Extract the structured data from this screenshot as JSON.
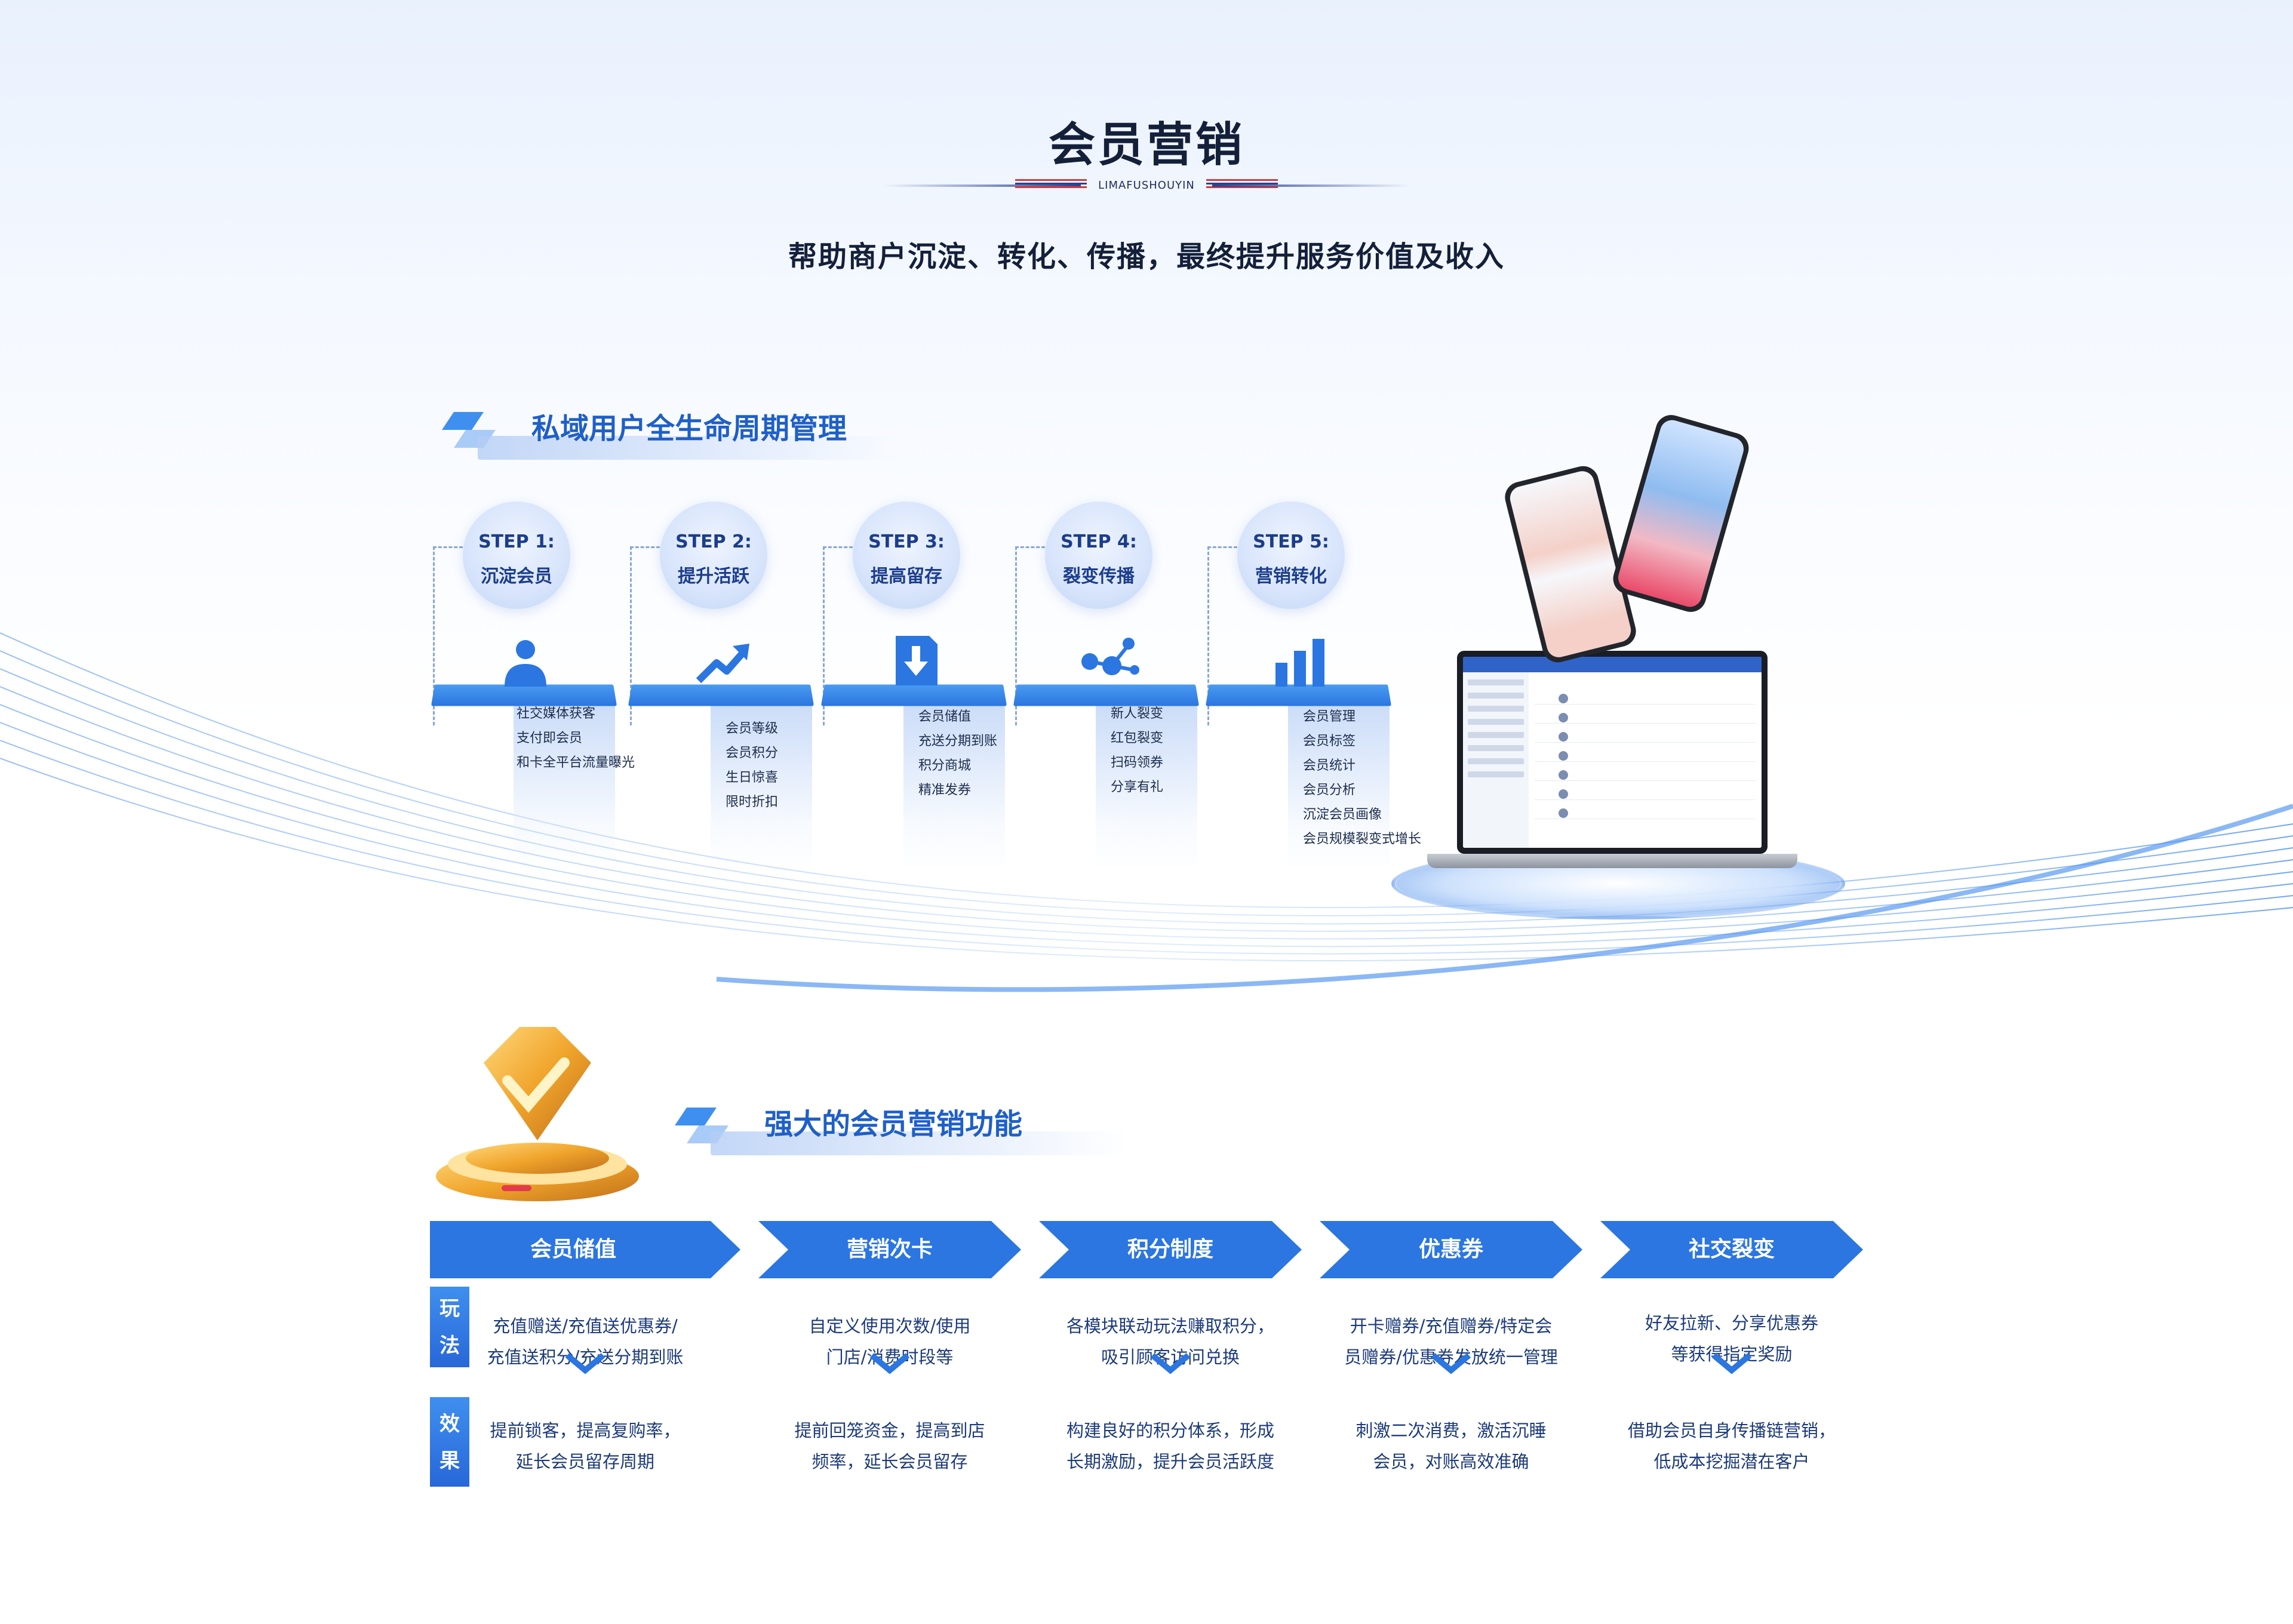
{
  "header": {
    "title": "会员营销",
    "brand": "LIMAFUSHOUYIN",
    "tagline": "帮助商户沉淀、转化、传播，最终提升服务价值及收入"
  },
  "lifecycle": {
    "heading": "私域用户全生命周期管理",
    "steps": [
      {
        "step": "STEP 1:",
        "name": "沉淀会员",
        "icon": "user-icon",
        "items": [
          "社交媒体获客",
          "支付即会员",
          "和卡全平台流量曝光"
        ]
      },
      {
        "step": "STEP 2:",
        "name": "提升活跃",
        "icon": "trend-up-icon",
        "items": [
          "会员等级",
          "会员积分",
          "生日惊喜",
          "限时折扣"
        ]
      },
      {
        "step": "STEP 3:",
        "name": "提高留存",
        "icon": "download-doc-icon",
        "items": [
          "会员储值",
          "充送分期到账",
          "积分商城",
          "精准发券"
        ]
      },
      {
        "step": "STEP 4:",
        "name": "裂变传播",
        "icon": "share-nodes-icon",
        "items": [
          "新人裂变",
          "红包裂变",
          "扫码领券",
          "分享有礼"
        ]
      },
      {
        "step": "STEP 5:",
        "name": "营销转化",
        "icon": "bar-chart-icon",
        "items": [
          "会员管理",
          "会员标签",
          "会员统计",
          "会员分析",
          "沉淀会员画像",
          "会员规模裂变式增长"
        ]
      }
    ]
  },
  "features": {
    "heading": "强大的会员营销功能",
    "row_labels": {
      "play": [
        "玩",
        "法"
      ],
      "effect": [
        "效",
        "果"
      ]
    },
    "items": [
      {
        "title": "会员储值",
        "play": [
          "充值赠送/充值送优惠券/",
          "充值送积分/充送分期到账"
        ],
        "effect": [
          "提前锁客，提高复购率，",
          "延长会员留存周期"
        ]
      },
      {
        "title": "营销次卡",
        "play": [
          "自定义使用次数/使用",
          "门店/消费时段等"
        ],
        "effect": [
          "提前回笼资金，提高到店",
          "频率，延长会员留存"
        ]
      },
      {
        "title": "积分制度",
        "play": [
          "各模块联动玩法赚取积分，",
          "吸引顾客访问兑换"
        ],
        "effect": [
          "构建良好的积分体系，形成",
          "长期激励，提升会员活跃度"
        ]
      },
      {
        "title": "优惠券",
        "play": [
          "开卡赠券/充值赠券/特定会",
          "员赠券/优惠券发放统一管理"
        ],
        "effect": [
          "刺激二次消费，激活沉睡",
          "会员，对账高效准确"
        ]
      },
      {
        "title": "社交裂变",
        "play": [
          "好友拉新、分享优惠券",
          "等获得指定奖励"
        ],
        "effect": [
          "借助会员自身传播链营销，",
          "低成本挖掘潜在客户"
        ]
      }
    ]
  },
  "colors": {
    "primary": "#2b76e0",
    "heading_blue": "#1f5fc8",
    "dark": "#14203a"
  }
}
